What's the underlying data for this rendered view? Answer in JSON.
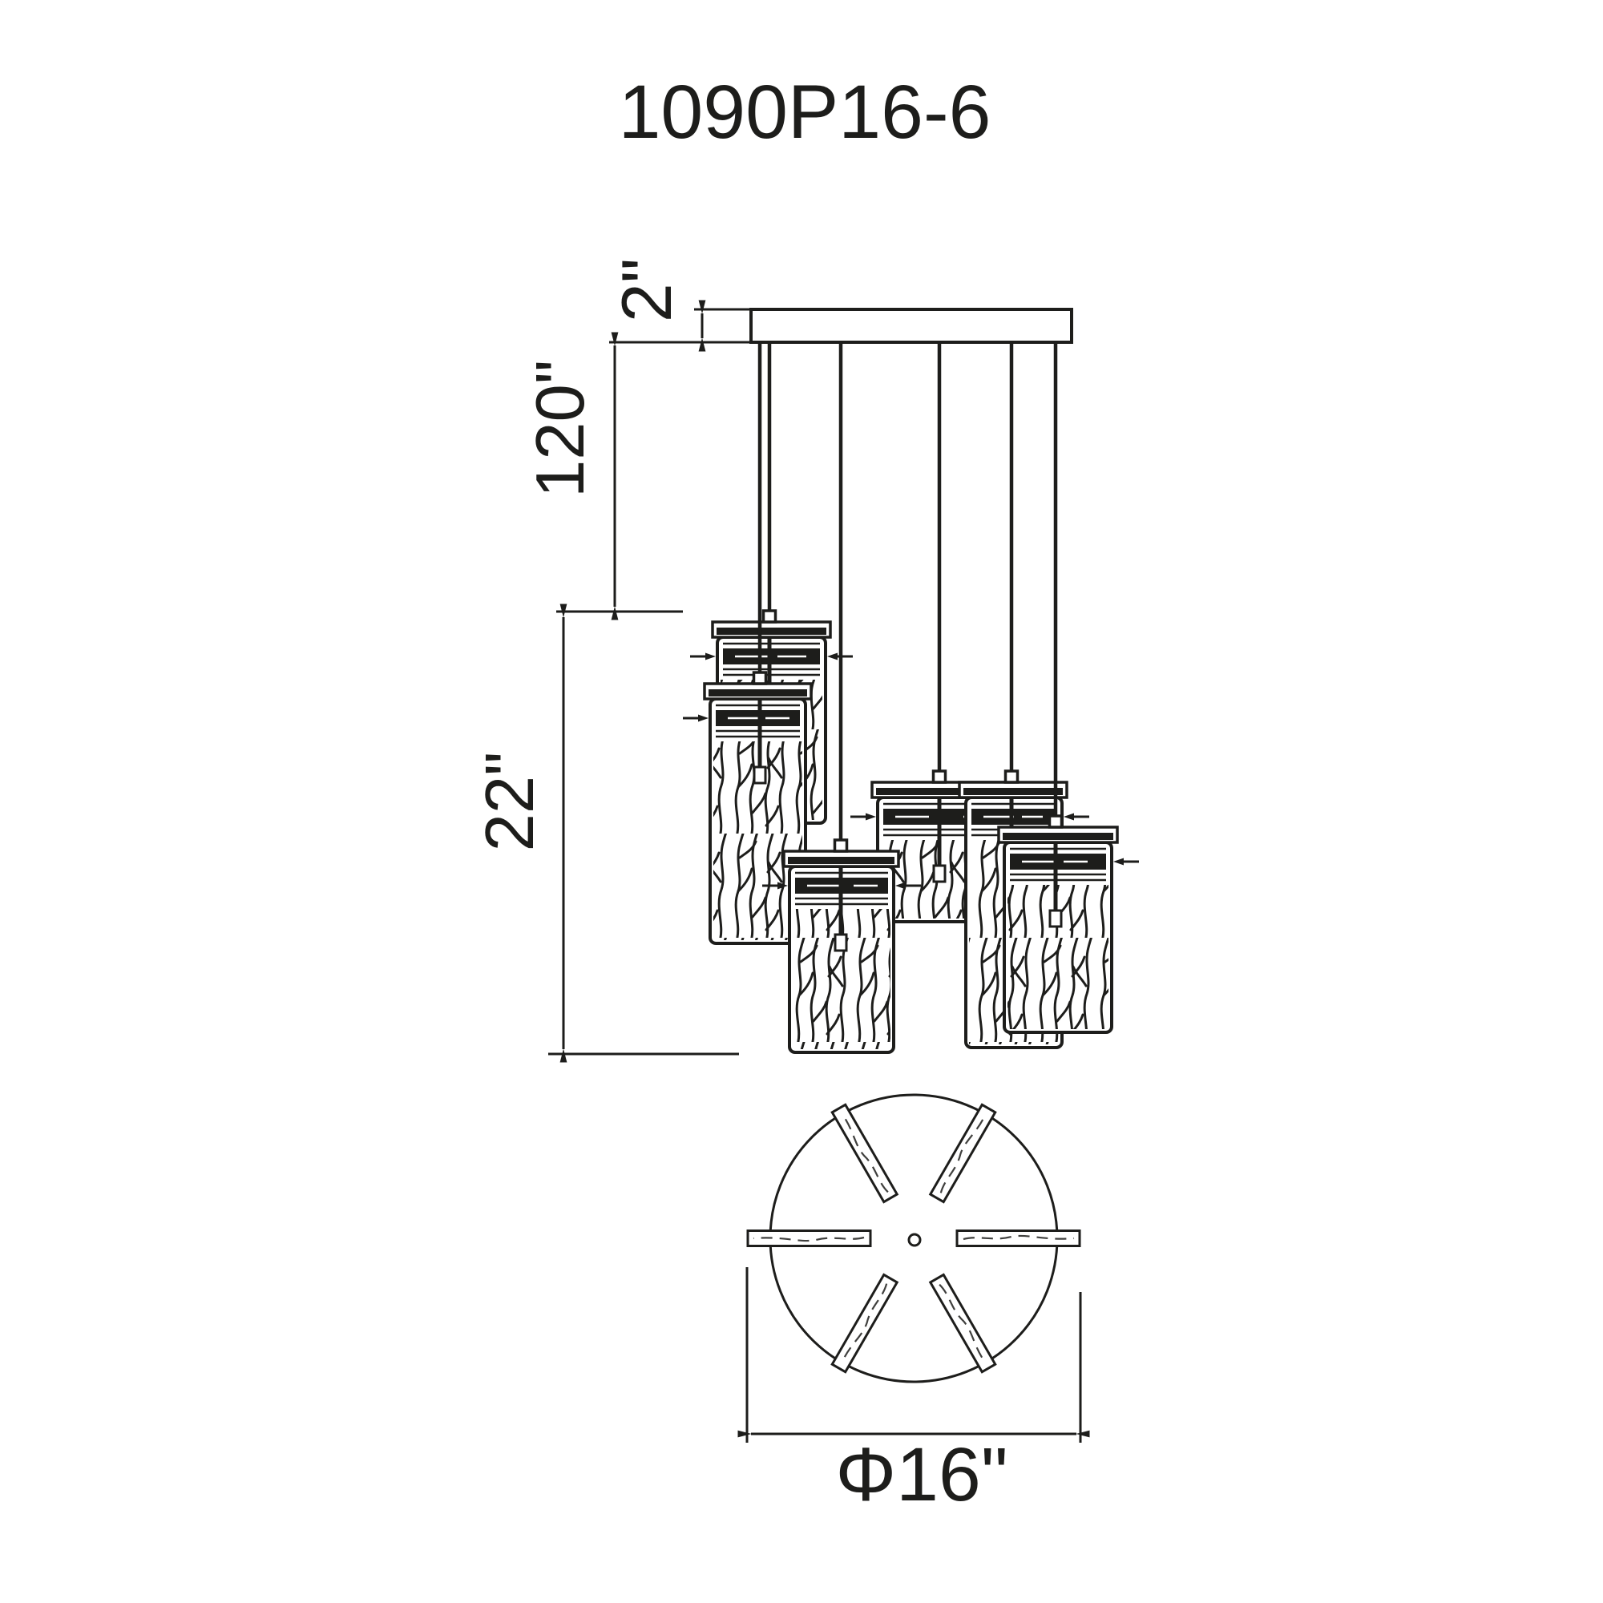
{
  "title": "1090P16-6",
  "colors": {
    "line": "#1d1d1b",
    "background": "#ffffff"
  },
  "side_view": {
    "pendant_count": 6,
    "dimensions": {
      "canopy_height": "2\"",
      "max_drop": "120\"",
      "cluster_height": "22\""
    }
  },
  "plan_view": {
    "spoke_count": 6,
    "dimensions": {
      "canopy_diameter": "Φ16\""
    }
  }
}
